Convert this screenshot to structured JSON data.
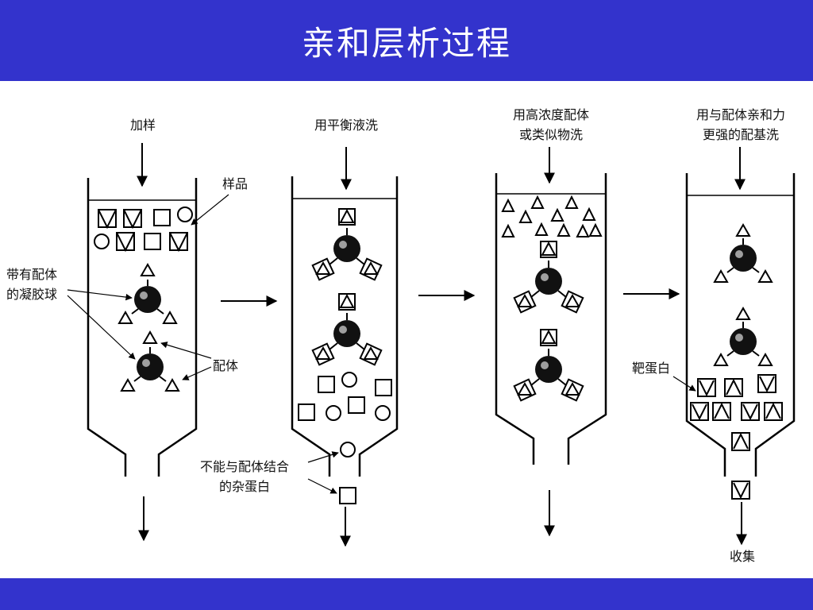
{
  "slide": {
    "title": "亲和层析过程",
    "bar_color": "#3333cc"
  },
  "diagram": {
    "steps": [
      {
        "lines": [
          "加样"
        ]
      },
      {
        "lines": [
          "用平衡液洗"
        ]
      },
      {
        "lines": [
          "用高浓度配体",
          "或类似物洗"
        ]
      },
      {
        "lines": [
          "用与配体亲和力",
          "更强的配基洗"
        ]
      }
    ],
    "annotations": {
      "sample": "样品",
      "bead": [
        "带有配体",
        "的凝胶球"
      ],
      "ligand": "配体",
      "impurity": [
        "不能与配体结合",
        "的杂蛋白"
      ],
      "target": "靶蛋白",
      "collect": "收集"
    }
  }
}
